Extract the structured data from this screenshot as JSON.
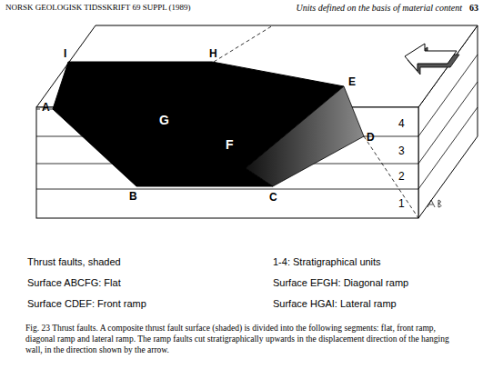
{
  "diagram": {
    "caption": "Fig. 23 Thrust faults. A composite thrust fault surface (shaded) is divided into the following segments: flat, front ramp, diagonal ramp and lateral ramp. The ramp faults cut stratigraphically upwards in the displacement direction of the hanging wall, in the direction shown by the arrow.",
    "labels": [
      "NORSK GEOLOGISK TIDSSKRIFT 69 SUPPL (1989)",
      "Units defined on the basis of material content",
      "63",
      "I",
      "H",
      "E",
      "A",
      "G",
      "F",
      "D",
      "B",
      "C",
      "4",
      "3",
      "2",
      "1",
      "Thrust faults, shaded",
      "1-4: Stratigraphical units",
      "Surface ABCFG: Flat",
      "Surface EFGH: Diagonal ramp",
      "Surface CDEF: Front ramp",
      "Surface HGAI: Lateral ramp"
    ]
  }
}
